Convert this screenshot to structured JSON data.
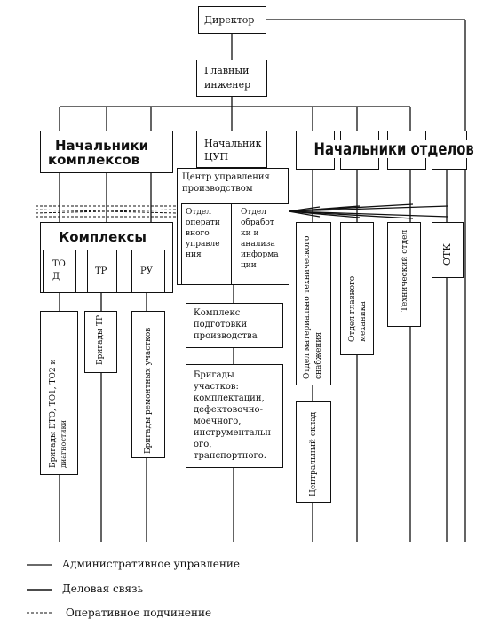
{
  "director": "Директор",
  "chief_engineer": [
    "Главный",
    "инженер"
  ],
  "heads_of_complexes": [
    "Начальники",
    "комплексов"
  ],
  "head_cup": [
    "Начальник",
    "ЦУП"
  ],
  "heads_of_departments": "Начальники отделов",
  "cup_center": [
    "Центр управления",
    "производством"
  ],
  "dept_operational": [
    "Отдел",
    "операти",
    "вного",
    "управле",
    "ния"
  ],
  "dept_processing": [
    "Отдел",
    "обработ",
    "ки и",
    "анализа",
    "информа",
    "ции"
  ],
  "complexes": "Комплексы",
  "complex_to": [
    "ТО",
    "Д"
  ],
  "complex_tr": "ТР",
  "complex_ru": "РУ",
  "production_prep": [
    "Комплекс",
    "подготовки",
    "производства"
  ],
  "brigades_sections": [
    "Бригады",
    "участков:",
    "комплектации,",
    "дефектовочно-",
    "моечного,",
    "инструментальн",
    "ого,",
    "транспортного."
  ],
  "dept_supply": [
    "Отдел материально технического",
    "снабжения"
  ],
  "dept_mechanic": [
    "Отдел главного",
    "механика"
  ],
  "dept_technical": "Технический отдел",
  "otk": "ОТК",
  "brigades_eto": [
    "Бригады ЕТО, ТО1, ТО2 и",
    "диагностики"
  ],
  "brigades_tr": "Бригады ТР",
  "brigades_repair": "Бригады ремонтных участков",
  "central_warehouse": "Центральный склад",
  "legend": {
    "admin": "Административное управление",
    "business": "Деловая связь",
    "operational": "Оперативное подчинение"
  }
}
